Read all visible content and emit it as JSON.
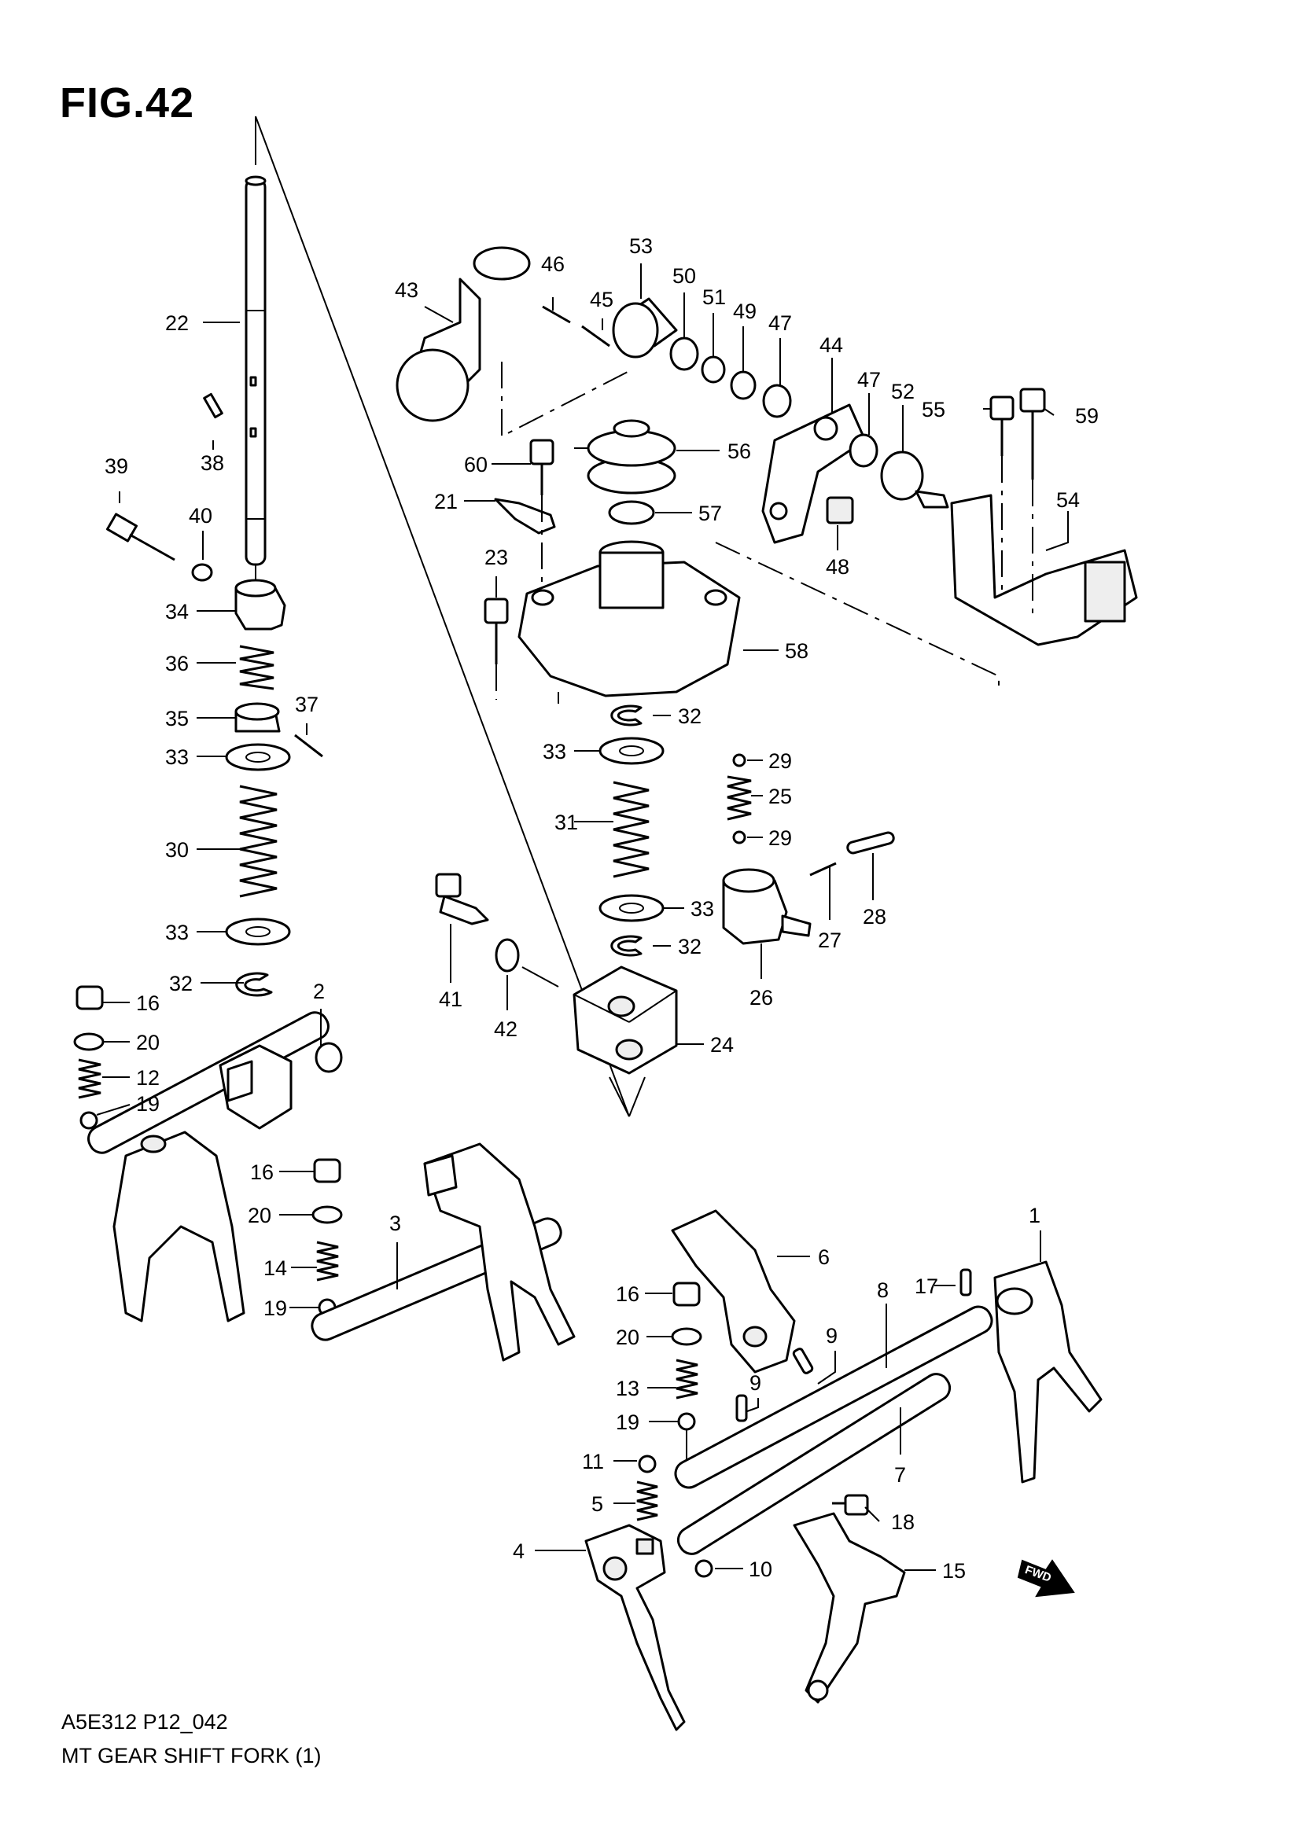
{
  "figure": {
    "title": "FIG.42",
    "code": "A5E312 P12_042",
    "caption": "MT GEAR SHIFT FORK (1)",
    "direction_arrow": "FWD"
  },
  "callouts": [
    {
      "id": "c1",
      "label": "1"
    },
    {
      "id": "c2",
      "label": "2"
    },
    {
      "id": "c3",
      "label": "3"
    },
    {
      "id": "c4",
      "label": "4"
    },
    {
      "id": "c5",
      "label": "5"
    },
    {
      "id": "c6",
      "label": "6"
    },
    {
      "id": "c7",
      "label": "7"
    },
    {
      "id": "c8",
      "label": "8"
    },
    {
      "id": "c9a",
      "label": "9"
    },
    {
      "id": "c9b",
      "label": "9"
    },
    {
      "id": "c10",
      "label": "10"
    },
    {
      "id": "c11",
      "label": "11"
    },
    {
      "id": "c12",
      "label": "12"
    },
    {
      "id": "c13",
      "label": "13"
    },
    {
      "id": "c14",
      "label": "14"
    },
    {
      "id": "c15",
      "label": "15"
    },
    {
      "id": "c16a",
      "label": "16"
    },
    {
      "id": "c16b",
      "label": "16"
    },
    {
      "id": "c16c",
      "label": "16"
    },
    {
      "id": "c17",
      "label": "17"
    },
    {
      "id": "c18",
      "label": "18"
    },
    {
      "id": "c19a",
      "label": "19"
    },
    {
      "id": "c19b",
      "label": "19"
    },
    {
      "id": "c19c",
      "label": "19"
    },
    {
      "id": "c20a",
      "label": "20"
    },
    {
      "id": "c20b",
      "label": "20"
    },
    {
      "id": "c20c",
      "label": "20"
    },
    {
      "id": "c21",
      "label": "21"
    },
    {
      "id": "c22",
      "label": "22"
    },
    {
      "id": "c23",
      "label": "23"
    },
    {
      "id": "c24",
      "label": "24"
    },
    {
      "id": "c25",
      "label": "25"
    },
    {
      "id": "c26",
      "label": "26"
    },
    {
      "id": "c27",
      "label": "27"
    },
    {
      "id": "c28",
      "label": "28"
    },
    {
      "id": "c29a",
      "label": "29"
    },
    {
      "id": "c29b",
      "label": "29"
    },
    {
      "id": "c30",
      "label": "30"
    },
    {
      "id": "c31",
      "label": "31"
    },
    {
      "id": "c32a",
      "label": "32"
    },
    {
      "id": "c32b",
      "label": "32"
    },
    {
      "id": "c32c",
      "label": "32"
    },
    {
      "id": "c33a",
      "label": "33"
    },
    {
      "id": "c33b",
      "label": "33"
    },
    {
      "id": "c33c",
      "label": "33"
    },
    {
      "id": "c33d",
      "label": "33"
    },
    {
      "id": "c34",
      "label": "34"
    },
    {
      "id": "c35",
      "label": "35"
    },
    {
      "id": "c36",
      "label": "36"
    },
    {
      "id": "c37",
      "label": "37"
    },
    {
      "id": "c38",
      "label": "38"
    },
    {
      "id": "c39",
      "label": "39"
    },
    {
      "id": "c40",
      "label": "40"
    },
    {
      "id": "c41",
      "label": "41"
    },
    {
      "id": "c42",
      "label": "42"
    },
    {
      "id": "c43",
      "label": "43"
    },
    {
      "id": "c44",
      "label": "44"
    },
    {
      "id": "c45",
      "label": "45"
    },
    {
      "id": "c46",
      "label": "46"
    },
    {
      "id": "c47a",
      "label": "47"
    },
    {
      "id": "c47b",
      "label": "47"
    },
    {
      "id": "c48",
      "label": "48"
    },
    {
      "id": "c49",
      "label": "49"
    },
    {
      "id": "c50",
      "label": "50"
    },
    {
      "id": "c51",
      "label": "51"
    },
    {
      "id": "c52",
      "label": "52"
    },
    {
      "id": "c53",
      "label": "53"
    },
    {
      "id": "c54",
      "label": "54"
    },
    {
      "id": "c55",
      "label": "55"
    },
    {
      "id": "c56",
      "label": "56"
    },
    {
      "id": "c57",
      "label": "57"
    },
    {
      "id": "c58",
      "label": "58"
    },
    {
      "id": "c59",
      "label": "59"
    },
    {
      "id": "c60",
      "label": "60"
    }
  ]
}
